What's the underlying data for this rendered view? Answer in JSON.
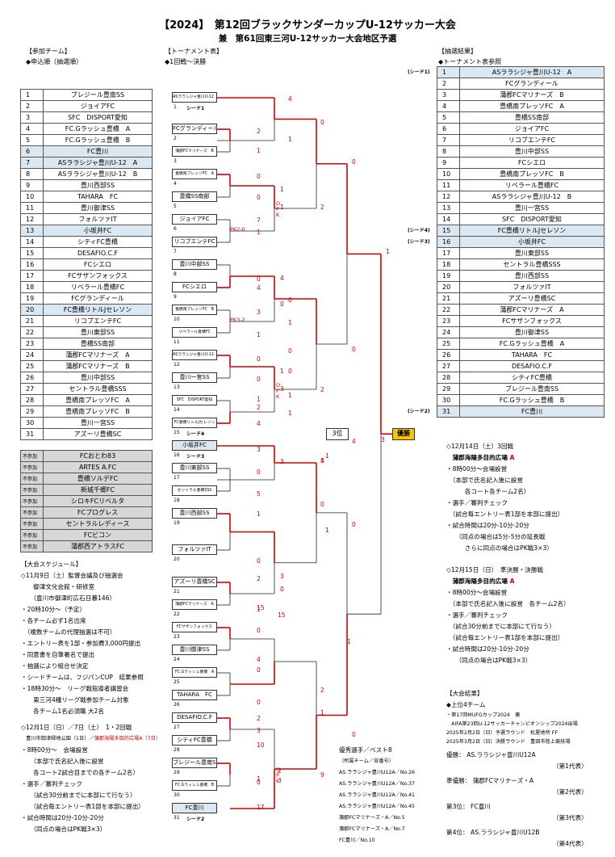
{
  "title": "【2024】　第12回ブラックサンダーカップU-12サッカー大会",
  "subtitle": "兼　第61回東三河U-12サッカー大会地区予選",
  "left": {
    "heading": "【参加チーム】",
    "sub": "◆申込順（抽選順）",
    "teams": [
      {
        "no": "1",
        "name": "ブレジール豊南SS"
      },
      {
        "no": "2",
        "name": "ジョイアFC"
      },
      {
        "no": "3",
        "name": "SFC　DISPORT愛知"
      },
      {
        "no": "4",
        "name": "FC.Gラッシュ豊橋　A"
      },
      {
        "no": "5",
        "name": "FC.Gラッシュ豊橋　B"
      },
      {
        "no": "6",
        "name": "FC豊川",
        "hl": true
      },
      {
        "no": "7",
        "name": "ASララシジャ豊川U-12　A",
        "hl": true
      },
      {
        "no": "8",
        "name": "ASララシジャ豊川U-12　B"
      },
      {
        "no": "9",
        "name": "豊川西部SS"
      },
      {
        "no": "10",
        "name": "TAHARA　FC"
      },
      {
        "no": "11",
        "name": "豊川御津SS"
      },
      {
        "no": "12",
        "name": "フォルツァIT"
      },
      {
        "no": "13",
        "name": "小坂井FC",
        "hl": true
      },
      {
        "no": "14",
        "name": "シティFC豊橋"
      },
      {
        "no": "15",
        "name": "DESAFIO.C.F"
      },
      {
        "no": "16",
        "name": "FCシエロ"
      },
      {
        "no": "17",
        "name": "FCサザンフォックス"
      },
      {
        "no": "18",
        "name": "リベラール豊橋FC"
      },
      {
        "no": "19",
        "name": "FCグランディール"
      },
      {
        "no": "20",
        "name": "FC豊橋リトルJセレソン",
        "hl": true
      },
      {
        "no": "21",
        "name": "リコブエンテFC"
      },
      {
        "no": "22",
        "name": "豊川東部SS"
      },
      {
        "no": "23",
        "name": "豊橋SS南部"
      },
      {
        "no": "24",
        "name": "蒲郡FCマリナーズ　A"
      },
      {
        "no": "25",
        "name": "蒲郡FCマリナーズ　B"
      },
      {
        "no": "26",
        "name": "豊川中部SS"
      },
      {
        "no": "27",
        "name": "セントラル豊橋SSS"
      },
      {
        "no": "28",
        "name": "豊橋南プレッソFC　A"
      },
      {
        "no": "29",
        "name": "豊橋南プレッソFC　B"
      },
      {
        "no": "30",
        "name": "豊川一宮SS"
      },
      {
        "no": "31",
        "name": "アズーリ豊橋SC"
      }
    ],
    "nonparticipants_label": "不参加",
    "nonparticipants": [
      "FCおとわ83",
      "ARTES A.FC",
      "豊橋ソルデFC",
      "新城千郷FC",
      "シロキFCリベルタ",
      "FCプログレス",
      "セントラルレディース",
      "FCビコン",
      "蒲郡西アトラスFC"
    ]
  },
  "schedule": {
    "heading": "【大会スケジュール】",
    "lines": [
      "◇11月9日（土）監督会議及び抽選会",
      "　　御津文化会館・研修室",
      "　　（豊川市御津町広石日暮146）",
      "・20時10分～（予定）",
      "・各チーム必ず1名出席",
      "　（複数チームの代理抽選は不可）",
      "・エントリー表を1部・参加費3,000円提出",
      "・同意書を自筆署名で提出",
      "・抽選により組合せ決定",
      "・シードチームは、フジパンCUP　結果参照",
      "・18時30分～　リーグ戦指導者講習会",
      "　　東三河4種リーグ戦参加チーム対象",
      "　　各チーム1名必須職 大2名"
    ],
    "dec1": [
      "◇12月1日（日）／7日（土）　1・2回戦",
      "　豊川市御津緑地公園（1日）／",
      "・8時00分～　会場設営",
      "　　（本部で氏名記入後に設営",
      "　　各コート2試合目までの各チーム2名）",
      "・選手／審判チェック",
      "　　（試合30分前までに本部にて行なう）",
      "　　（試合毎エントリー表1部を本部に提出）",
      "・試合時間は20分-10分-20分",
      "　　（同点の場合はPK戦3×3）"
    ],
    "dec1_red": "蒲郡海陽多目的広場A（7日）"
  },
  "tournament": {
    "heading": "【トーナメント表】",
    "sub": "◆1回戦～決勝",
    "slots": [
      {
        "no": "1",
        "name": "ASララシジャ豊川U-12　A",
        "small": true,
        "seed": "シード1"
      },
      {
        "no": "2",
        "name": "FCグランディール"
      },
      {
        "no": "3",
        "name": "蒲郡FCマリナーズ　B",
        "small": true
      },
      {
        "no": "4",
        "name": "豊橋南プレッソFC　A",
        "small": true
      },
      {
        "no": "5",
        "name": "豊橋SS南部"
      },
      {
        "no": "6",
        "name": "ジョイアFC"
      },
      {
        "no": "7",
        "name": "リコブエンテFC"
      },
      {
        "no": "8",
        "name": "豊川中部SS"
      },
      {
        "no": "9",
        "name": "FCシエロ"
      },
      {
        "no": "10",
        "name": "豊橋南プレッソFC　B",
        "small": true
      },
      {
        "no": "11",
        "name": "リベラール豊橋FC",
        "small": true
      },
      {
        "no": "12",
        "name": "ASララシジャ豊川U-12　B",
        "small": true
      },
      {
        "no": "13",
        "name": "豊川一宮SS"
      },
      {
        "no": "14",
        "name": "SFC　DISPORT愛知",
        "small": true
      },
      {
        "no": "15",
        "name": "FC豊橋リトルJセレソン",
        "small": true,
        "seed": "シード4"
      },
      {
        "no": "16",
        "name": "小坂井FC",
        "blue": true,
        "seed": "シード3"
      },
      {
        "no": "17",
        "name": "豊川東部SS"
      },
      {
        "no": "18",
        "name": "セントラル豊橋SSS",
        "small": true
      },
      {
        "no": "19",
        "name": "豊川西部SS"
      },
      {
        "no": "20",
        "name": "フォルツァIT"
      },
      {
        "no": "21",
        "name": "アズーリ豊橋SC"
      },
      {
        "no": "22",
        "name": "蒲郡FCマリナーズ　A",
        "small": true
      },
      {
        "no": "23",
        "name": "FCサザンフォックス",
        "small": true
      },
      {
        "no": "24",
        "name": "豊川御津SS"
      },
      {
        "no": "25",
        "name": "FC.Gラッシュ豊橋　A",
        "small": true
      },
      {
        "no": "26",
        "name": "TAHARA　FC"
      },
      {
        "no": "27",
        "name": "DESAFIO.C.F"
      },
      {
        "no": "28",
        "name": "シティFC豊橋"
      },
      {
        "no": "29",
        "name": "ブレジール豊南SS"
      },
      {
        "no": "30",
        "name": "FC.Gラッシュ豊橋　B",
        "small": true
      },
      {
        "no": "31",
        "name": "FC豊川",
        "blue": true,
        "seed": "シード2"
      }
    ],
    "third_label": "3位",
    "winner_label": "優勝",
    "pk_notes": [
      "PK2-0",
      "PK3-2"
    ],
    "opk": "O\nP\nK"
  },
  "scores": [
    "4",
    "1",
    "2",
    "1",
    "0",
    "2",
    "0",
    "0",
    "7",
    "1",
    "0",
    "0",
    "1",
    "1",
    "4",
    "0",
    "0",
    "4",
    "3",
    "1",
    "0",
    "1",
    "0",
    "0",
    "1",
    "3",
    "2",
    "4",
    "1",
    "1",
    "2",
    "4",
    "3",
    "0",
    "5",
    "1",
    "3",
    "5",
    "2",
    "1",
    "3",
    "0",
    "0",
    "4",
    "15",
    "15",
    "0",
    "0",
    "2",
    "1",
    "2",
    "3",
    "0",
    "0",
    "10",
    "0",
    "17",
    "9",
    "2",
    "3",
    "1",
    "3",
    "1",
    "1",
    "4",
    "0",
    "0",
    "1",
    "1",
    "0",
    "1",
    "0"
  ],
  "results": {
    "heading": "【抽選結果】",
    "sub": "◆トーナメント表参照",
    "rows": [
      {
        "no": "1",
        "name": "ASララシジャ豊川U-12　A",
        "hl": true,
        "seed": "(シード1)"
      },
      {
        "no": "2",
        "name": "FCグランディール"
      },
      {
        "no": "3",
        "name": "蒲郡FCマリナーズ　B"
      },
      {
        "no": "4",
        "name": "豊橋南プレッソFC　A"
      },
      {
        "no": "5",
        "name": "豊橋SS南部"
      },
      {
        "no": "6",
        "name": "ジョイアFC"
      },
      {
        "no": "7",
        "name": "リコブエンテFC"
      },
      {
        "no": "8",
        "name": "豊川中部SS"
      },
      {
        "no": "9",
        "name": "FCシエロ"
      },
      {
        "no": "10",
        "name": "豊橋南プレッソFC　B"
      },
      {
        "no": "11",
        "name": "リベラール豊橋FC"
      },
      {
        "no": "12",
        "name": "ASララシジャ豊川U-12　B"
      },
      {
        "no": "13",
        "name": "豊川一宮SS"
      },
      {
        "no": "14",
        "name": "SFC　DISPORT愛知"
      },
      {
        "no": "15",
        "name": "FC豊橋リトルJセレソン",
        "hl": true,
        "seed": "(シード4)"
      },
      {
        "no": "16",
        "name": "小坂井FC",
        "hl": true,
        "seed": "(シード3)"
      },
      {
        "no": "17",
        "name": "豊川東部SS"
      },
      {
        "no": "18",
        "name": "セントラル豊橋SSS"
      },
      {
        "no": "19",
        "name": "豊川西部SS"
      },
      {
        "no": "20",
        "name": "フォルツァIT"
      },
      {
        "no": "21",
        "name": "アズーリ豊橋SC"
      },
      {
        "no": "22",
        "name": "蒲郡FCマリナーズ　A"
      },
      {
        "no": "23",
        "name": "FCサザンフォックス"
      },
      {
        "no": "24",
        "name": "豊川御津SS"
      },
      {
        "no": "25",
        "name": "FC.Gラッシュ豊橋　A"
      },
      {
        "no": "26",
        "name": "TAHARA　FC"
      },
      {
        "no": "27",
        "name": "DESAFIO.C.F"
      },
      {
        "no": "28",
        "name": "シティFC豊橋"
      },
      {
        "no": "29",
        "name": "ブレジール豊南SS"
      },
      {
        "no": "30",
        "name": "FC.Gラッシュ豊橋　B"
      },
      {
        "no": "31",
        "name": "FC豊川",
        "hl": true,
        "seed": "(シード2)"
      }
    ]
  },
  "right_schedule": {
    "dec14": [
      "◇12月14日（土）3回戦",
      "　蒲郡海陽多目的広場",
      "・8時00分～会場設営",
      "　（本部で氏名記入後に設営",
      "　　　各コート各チーム2名）",
      "・選手／審判チェック",
      "　（試合毎エントリー表1部を本部に提出）",
      "・試合時間は20分-10分-20分",
      "　　（同点の場合は5分-5分の延長戦",
      "　　　さらに同点の場合はPK戦3×3）"
    ],
    "dec15": [
      "◇12月15日（日）　準決勝・決勝戦",
      "　蒲郡海陽多目的広場",
      "・8時00分～会場設営",
      "　（本部で氏名記入後に設営　各チーム2名）",
      "・選手／審判チェック",
      "　（試合30分前までに本部にて行なう）",
      "　（試合毎エントリー表1部を本部に提出）",
      "・試合時間は20分-10分-20分",
      "　　（同点の場合はPK戦3×3）"
    ],
    "court": "A"
  },
  "final_results": {
    "heading": "【大会結果】",
    "sub": "◆上位4チーム",
    "note1": "・第17回MUFGカップ2024　兼",
    "note2": "　AIFA第23回U-12サッカーチャンピオンシップ2024出場",
    "r1": "2025年2月2日（日）予選ラウンド　松屋地所 FF",
    "r2": "2025年3月2日（日）決勝ラウンド　豊田市陸上競技場",
    "places": [
      {
        "label": "優勝：",
        "team": "AS.ララシジャ豊川U12A",
        "rep": "（第1代表）"
      },
      {
        "label": "準優勝：",
        "team": "蒲郡FCマリナーズ・A",
        "rep": "（第2代表）"
      },
      {
        "label": "第3位：",
        "team": "FC豊川",
        "rep": "（第3代表）"
      },
      {
        "label": "第4位：",
        "team": "AS.ララシジャ豊川U12B",
        "rep": "（第4代表）"
      }
    ]
  },
  "best8": {
    "heading": "優秀選手／ベスト8",
    "sub": "（所属チーム／背番号）",
    "rows": [
      "AS.ララシジャ豊川U12A／No.26",
      "AS.ララシジャ豊川U12A／No.37",
      "AS.ララシジャ豊川U12A／No.41",
      "AS.ララシジャ豊川U12A／No.45",
      "蒲郡FCマリナーズ・A／No.5",
      "蒲郡FCマリナーズ・A／No.7",
      "FC豊川／No.10"
    ]
  }
}
